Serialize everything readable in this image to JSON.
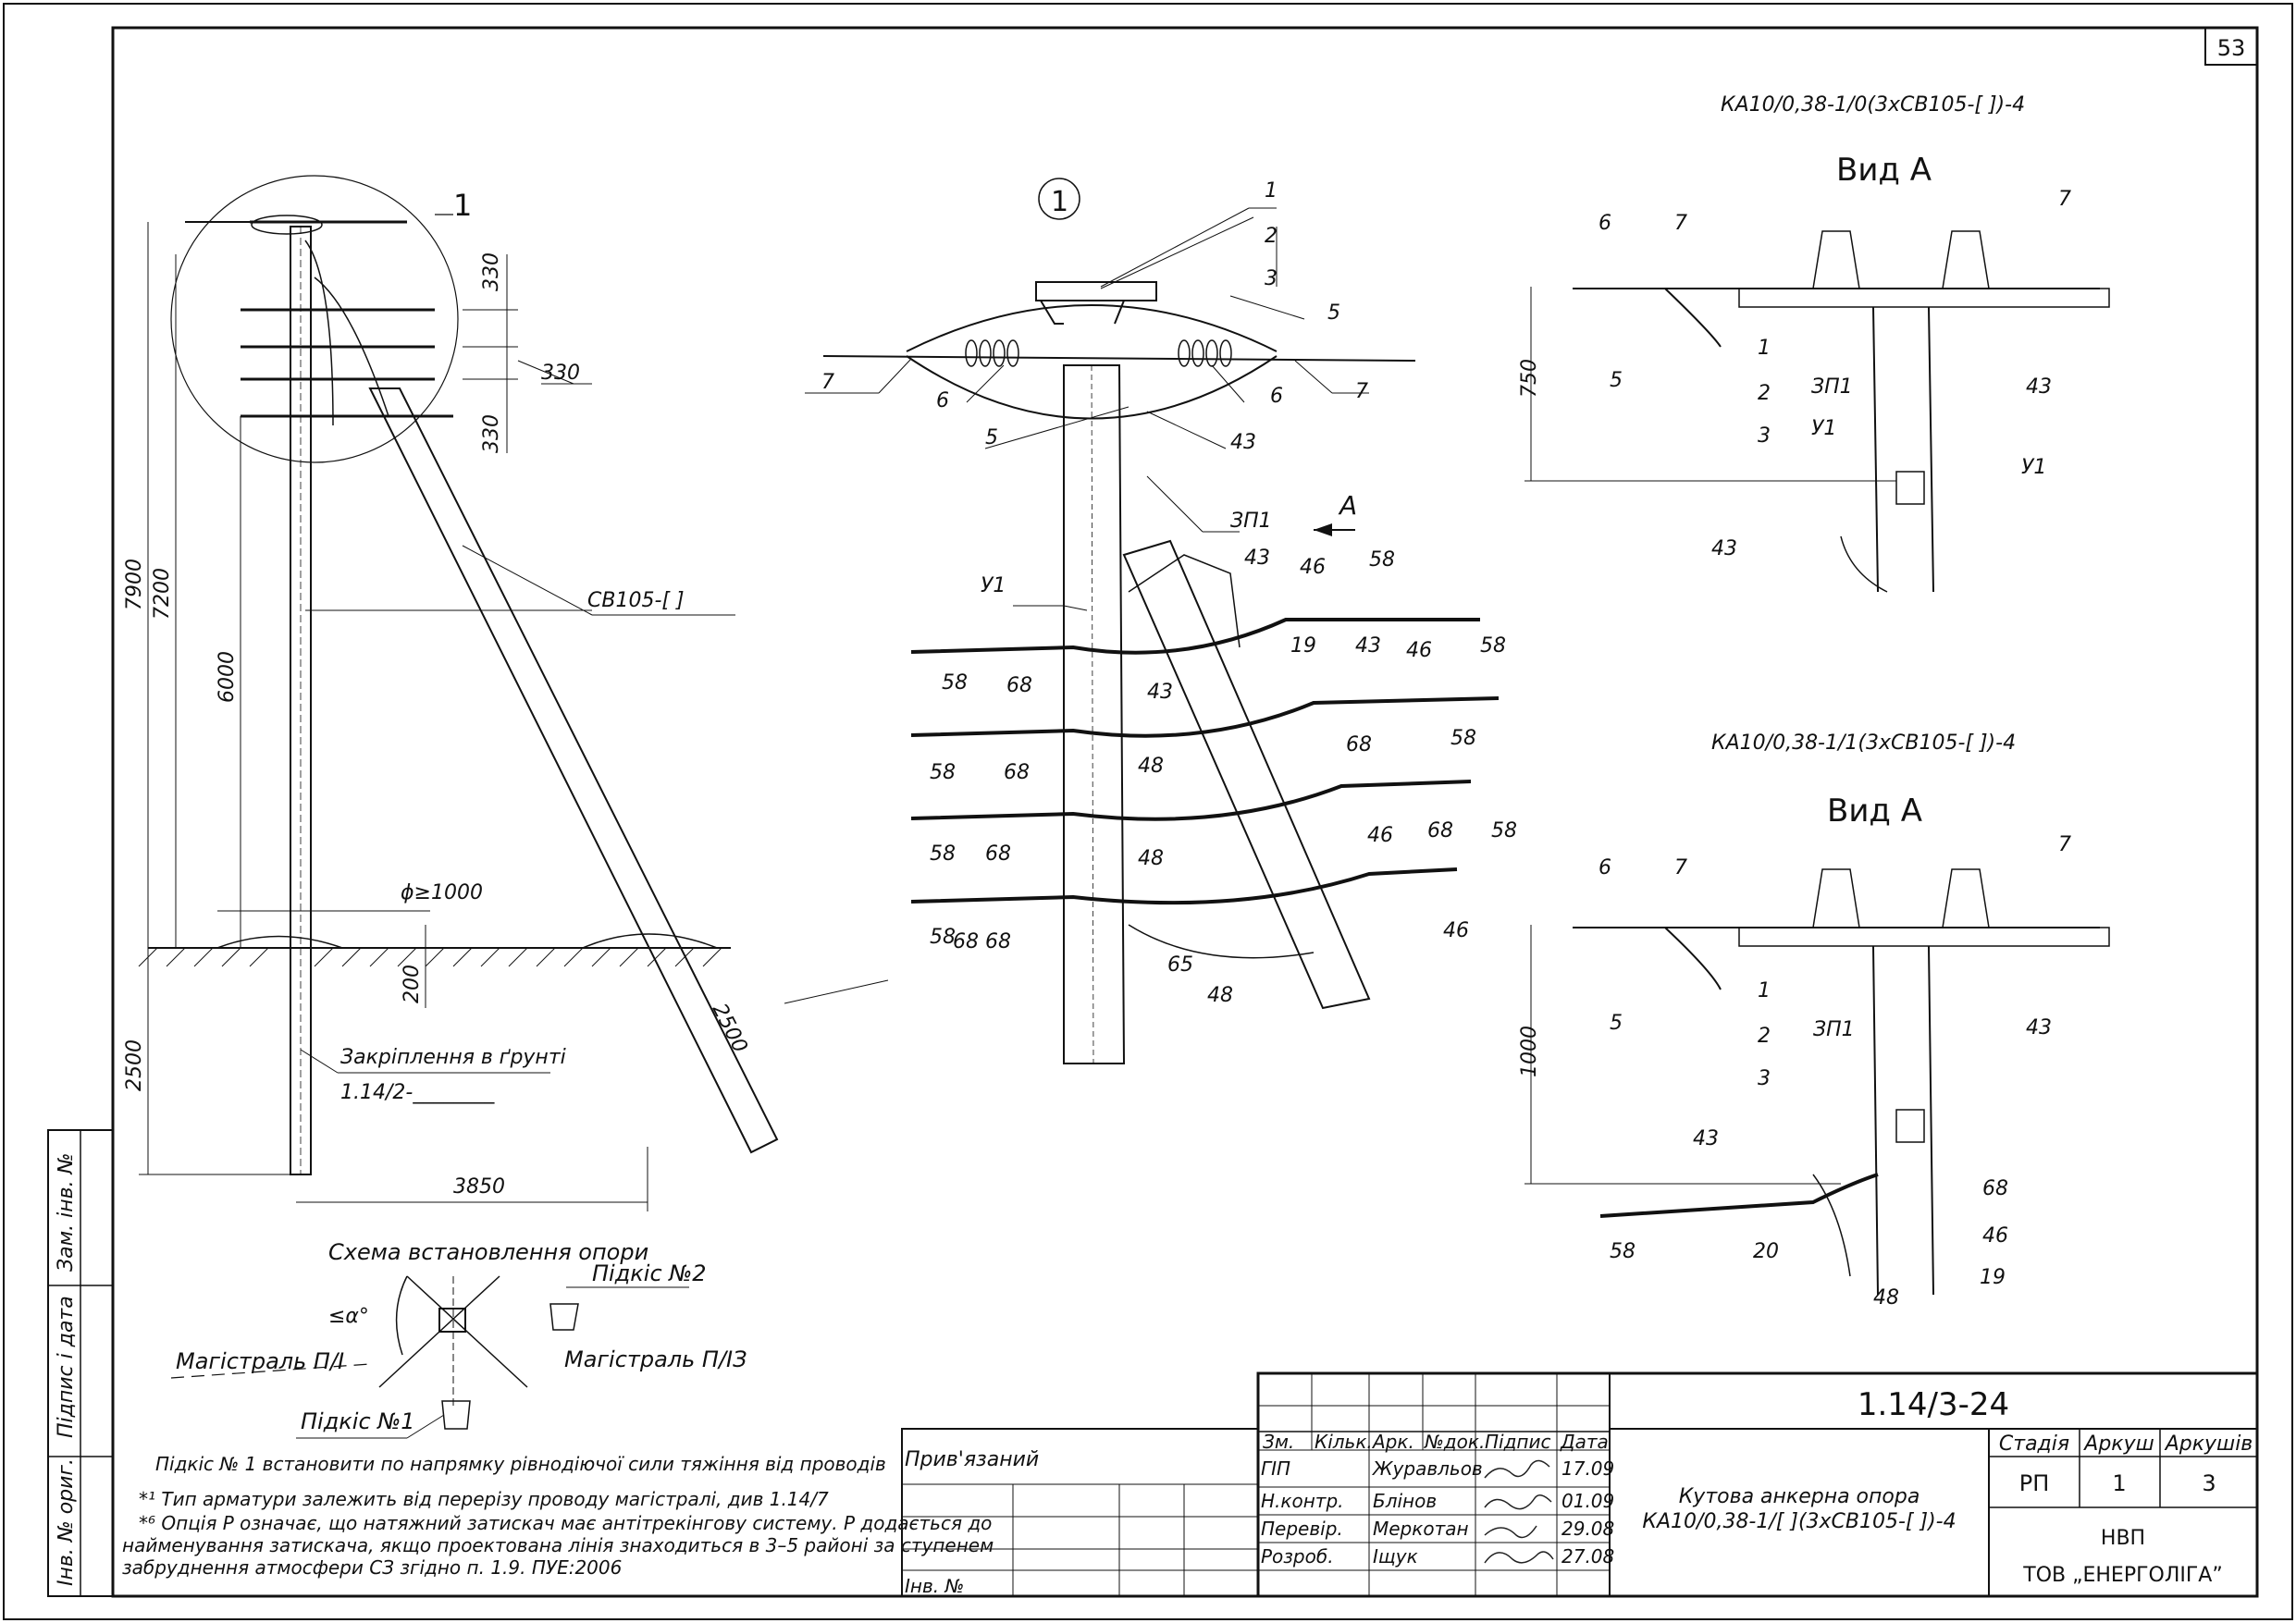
{
  "sheet": {
    "page_number": "53"
  },
  "variant_titles": {
    "top": "КА10/0,38-1/0(3хСВ105-[   ])-4",
    "bottom": "КА10/0,38-1/1(3хСВ105-[   ])-4"
  },
  "view_a_label": "Вид А",
  "arrow_a_label": "А",
  "detail_callout": "1",
  "main_view": {
    "dims": [
      "330",
      "330",
      "330",
      "7900",
      "7200",
      "6000",
      "2500",
      "3850",
      "200",
      "2500",
      "ϕ≥1000"
    ],
    "cable_label": "СВ105-[         ]",
    "ground_fix_label": "Закріплення в ґрунті",
    "ground_fix_ref": "1.14/2-________"
  },
  "detail_view": {
    "labels": [
      "1",
      "2",
      "3",
      "5",
      "7",
      "6",
      "6",
      "7",
      "5",
      "43",
      "ЗП1",
      "У1",
      "43",
      "46",
      "58",
      "19",
      "43",
      "46",
      "58",
      "58",
      "68",
      "43",
      "68",
      "58",
      "58",
      "68",
      "48",
      "68",
      "58",
      "46",
      "68",
      "58",
      "58",
      "68",
      "48",
      "46",
      "68",
      "65",
      "48"
    ]
  },
  "view_a_top": {
    "labels": [
      "6",
      "7",
      "7",
      "5",
      "1",
      "2",
      "3",
      "ЗП1",
      "У1",
      "43",
      "У1",
      "43"
    ],
    "dim": "750"
  },
  "view_a_bottom": {
    "labels": [
      "6",
      "7",
      "7",
      "5",
      "1",
      "2",
      "3",
      "ЗП1",
      "43",
      "43",
      "68",
      "46",
      "19",
      "58",
      "20",
      "48"
    ],
    "dim": "1000"
  },
  "scheme": {
    "title": "Схема встановлення опори",
    "brace2": "Підкіс №2",
    "brace1": "Підкіс №1",
    "angle": "≤α°",
    "main_line_left": "Магістраль П/І",
    "main_line_right": "Магістраль П/ІЗ"
  },
  "notes": [
    "Підкіс № 1 встановити по напрямку рівнодіючої сили тяжіння від проводів",
    "*¹ Тип арматури залежить від перерізу проводу магістралі, див 1.14/7",
    "*⁶ Опція Р означає, що натяжний затискач має антітрекінгову систему. Р додається до",
    "найменування затискача, якщо проектована лінія знаходиться в 3–5 районі за ступенем",
    "забруднення атмосфери СЗ згідно п. 1.9. ПУЕ:2006"
  ],
  "side_stamp": [
    "Зам. інв. №",
    "Підпис і дата",
    "Інв. № ориг."
  ],
  "bound_box": {
    "title": "Прив'язаний",
    "inv": "Інв. №"
  },
  "title_block": {
    "code": "1.14/3-24",
    "headers": [
      "Зм.",
      "Кільк.",
      "Арк.",
      "№док.",
      "Підпис",
      "Дата"
    ],
    "rows": [
      {
        "role": "ГІП",
        "name": "Журавльов",
        "date": "17.09"
      },
      {
        "role": "Н.контр.",
        "name": "Блінов",
        "date": "01.09"
      },
      {
        "role": "Перевір.",
        "name": "Меркотан",
        "date": "29.08"
      },
      {
        "role": "Розроб.",
        "name": "Іщук",
        "date": "27.08"
      }
    ],
    "description_line1": "Кутова анкерна опора",
    "description_line2": "КА10/0,38-1/[   ](3хСВ105-[   ])-4",
    "stage_header": "Стадія",
    "sheet_header": "Аркуш",
    "sheets_header": "Аркушів",
    "stage": "РП",
    "sheet": "1",
    "sheets": "3",
    "org_line1": "НВП",
    "org_line2": "ТОВ „ЕНЕРГОЛІГА”"
  }
}
